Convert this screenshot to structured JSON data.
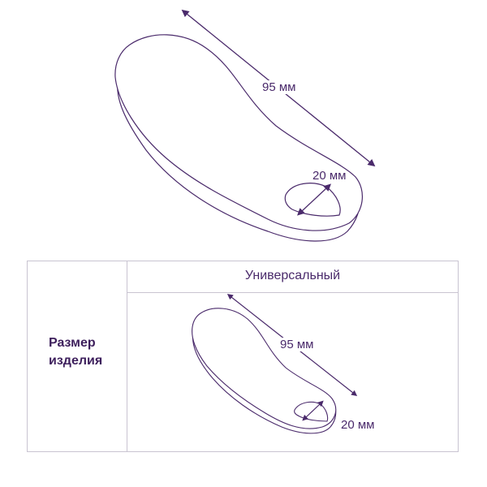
{
  "diagram": {
    "length_label": "95 мм",
    "hole_label": "20 мм"
  },
  "table": {
    "row_header": "Размер изделия",
    "column_header": "Универсальный",
    "cell": {
      "length_label": "95 мм",
      "hole_label": "20 мм"
    }
  },
  "colors": {
    "outline": "#4a2a6b",
    "border": "#c9c4d1"
  }
}
